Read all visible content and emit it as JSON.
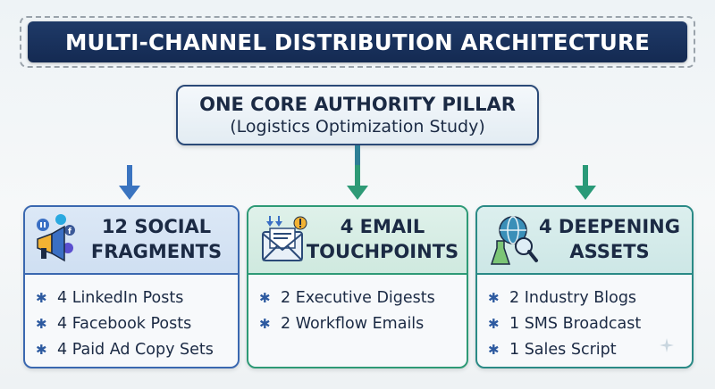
{
  "title": "MULTI-CHANNEL DISTRIBUTION ARCHITECTURE",
  "core": {
    "title": "ONE CORE AUTHORITY PILLAR",
    "subtitle": "(Logistics Optimization Study)"
  },
  "cards": [
    {
      "icon": "megaphone-social-icon",
      "title_line1": "12 SOCIAL",
      "title_line2": "FRAGMENTS",
      "accent": "#3a68b0",
      "items": [
        "4 LinkedIn Posts",
        "4 Facebook Posts",
        "4 Paid Ad Copy Sets"
      ]
    },
    {
      "icon": "email-envelope-icon",
      "title_line1": "4 EMAIL",
      "title_line2": "TOUCHPOINTS",
      "accent": "#2e9a76",
      "items": [
        "2 Executive Digests",
        "2 Workflow Emails"
      ]
    },
    {
      "icon": "globe-search-flask-icon",
      "title_line1": "4 DEEPENING",
      "title_line2": "ASSETS",
      "accent": "#2a8a86",
      "items": [
        "2 Industry Blogs",
        "1 SMS Broadcast",
        "1 Sales Script"
      ]
    }
  ],
  "bullet_glyph": "✱",
  "colors": {
    "title_bg": "#1a3360",
    "connector_blue": "#3a74c0",
    "connector_green": "#2e9a76",
    "connector_teal": "#2a8a86"
  }
}
